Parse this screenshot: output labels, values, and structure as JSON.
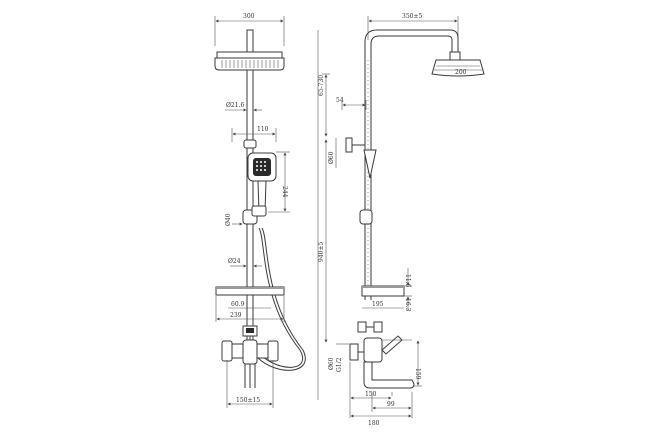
{
  "front_view": {
    "dims": {
      "head_width": "300",
      "rod_diameter": "Ø21.6",
      "handshower_width": "110",
      "handshower_length": "244",
      "holder_diameter": "Ø40",
      "lower_rod_diameter": "Ø24",
      "shelf_depth": "60.9",
      "shelf_width": "239",
      "centers": "150±15"
    }
  },
  "side_view": {
    "dims": {
      "arm_reach": "350±5",
      "head_diameter": "200",
      "height_range": "65-730",
      "offset": "54",
      "bracket_diameter": "Ø60",
      "total_height": "940±5",
      "shelf_length": "195",
      "shelf_thickness": "11.6",
      "shelf_height": "16.3",
      "inlet_diameter": "Ø60",
      "thread": "G1/2",
      "spout_height": "159",
      "dim_150": "150",
      "dim_99": "99",
      "dim_180": "180"
    }
  }
}
